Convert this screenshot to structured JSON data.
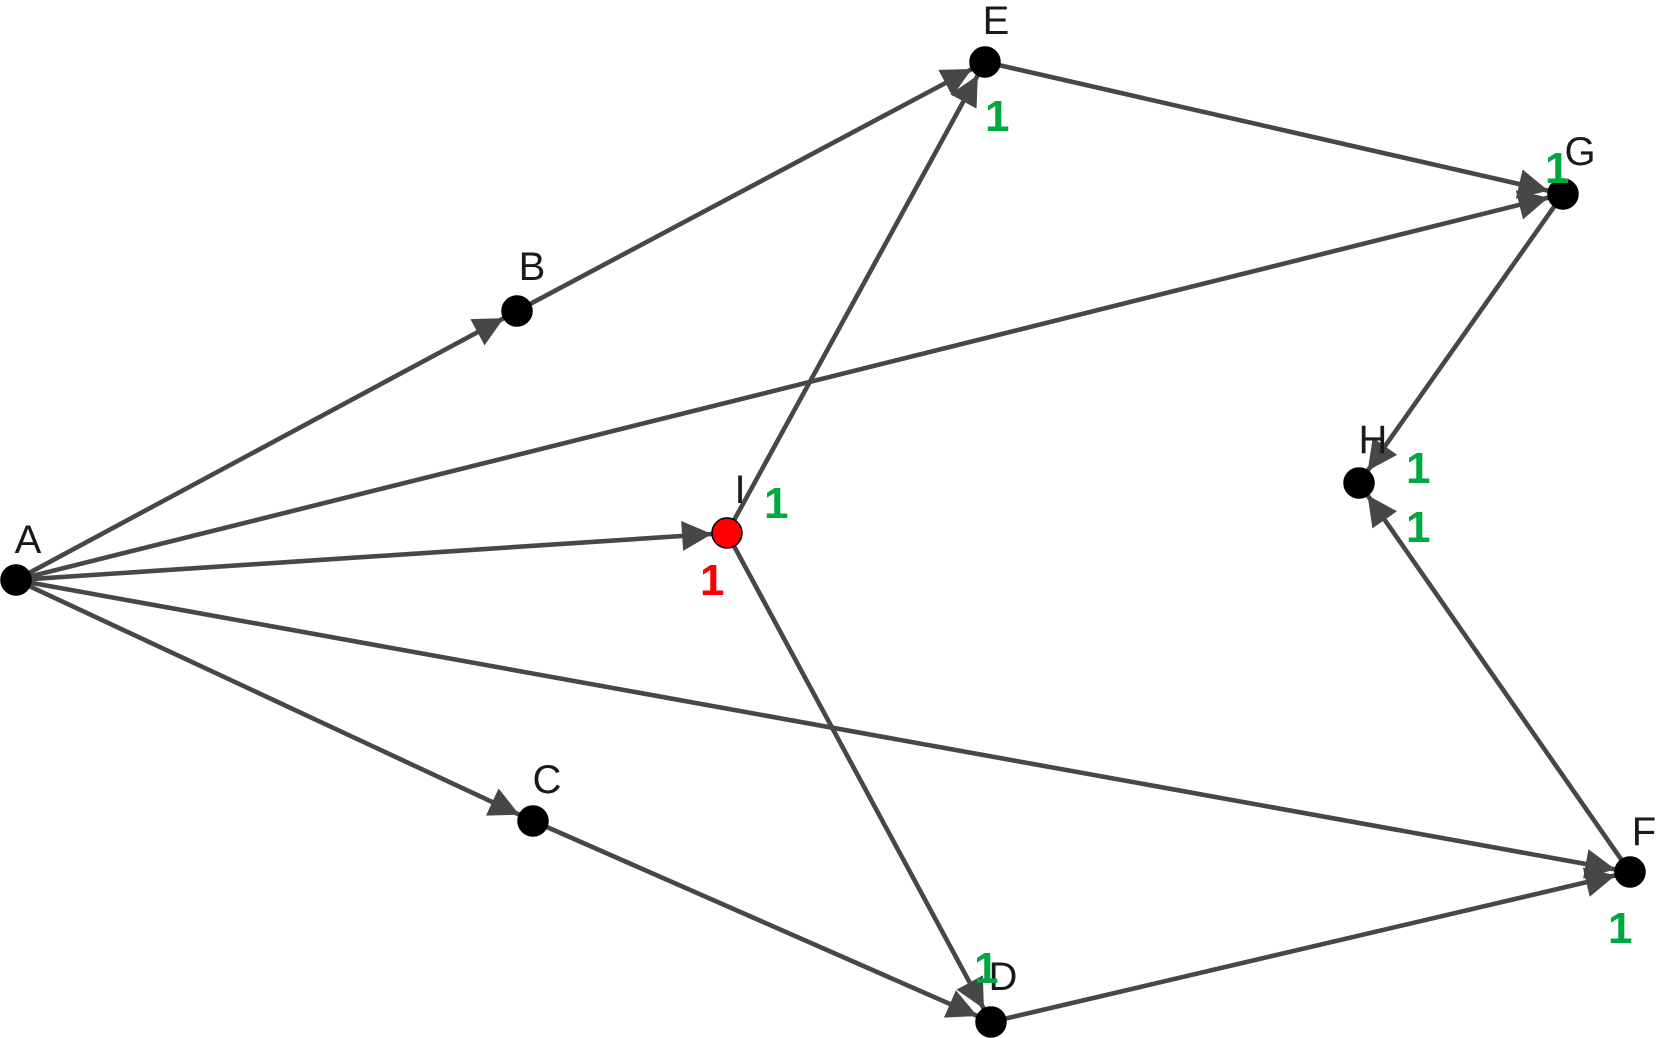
{
  "colors": {
    "edge": "#474747",
    "node": "#000000",
    "highlight_node": "#ff0000",
    "flow_label": "#00a841",
    "highlight_flow_label": "#ff0000"
  },
  "nodes": [
    {
      "id": "A",
      "label": "A",
      "highlighted": false
    },
    {
      "id": "B",
      "label": "B",
      "highlighted": false
    },
    {
      "id": "C",
      "label": "C",
      "highlighted": false
    },
    {
      "id": "D",
      "label": "D",
      "highlighted": false
    },
    {
      "id": "E",
      "label": "E",
      "highlighted": false
    },
    {
      "id": "F",
      "label": "F",
      "highlighted": false
    },
    {
      "id": "G",
      "label": "G",
      "highlighted": false
    },
    {
      "id": "H",
      "label": "H",
      "highlighted": false
    },
    {
      "id": "I",
      "label": "I",
      "highlighted": true
    }
  ],
  "edges": [
    {
      "from": "A",
      "to": "B"
    },
    {
      "from": "B",
      "to": "E"
    },
    {
      "from": "A",
      "to": "G"
    },
    {
      "from": "A",
      "to": "I"
    },
    {
      "from": "A",
      "to": "F"
    },
    {
      "from": "A",
      "to": "C"
    },
    {
      "from": "C",
      "to": "D"
    },
    {
      "from": "I",
      "to": "E"
    },
    {
      "from": "I",
      "to": "D"
    },
    {
      "from": "E",
      "to": "G"
    },
    {
      "from": "G",
      "to": "H"
    },
    {
      "from": "F",
      "to": "H"
    },
    {
      "from": "D",
      "to": "F"
    }
  ],
  "flow_labels": [
    {
      "node": "E",
      "text": "1",
      "highlighted": false
    },
    {
      "node": "G",
      "text": "1",
      "highlighted": false
    },
    {
      "node": "I",
      "text": "1",
      "highlighted": false
    },
    {
      "node": "I",
      "text": "1",
      "highlighted": true
    },
    {
      "node": "H",
      "text": "1",
      "highlighted": false
    },
    {
      "node": "H",
      "text": "1",
      "highlighted": false
    },
    {
      "node": "D",
      "text": "1",
      "highlighted": false
    },
    {
      "node": "F",
      "text": "1",
      "highlighted": false
    }
  ]
}
